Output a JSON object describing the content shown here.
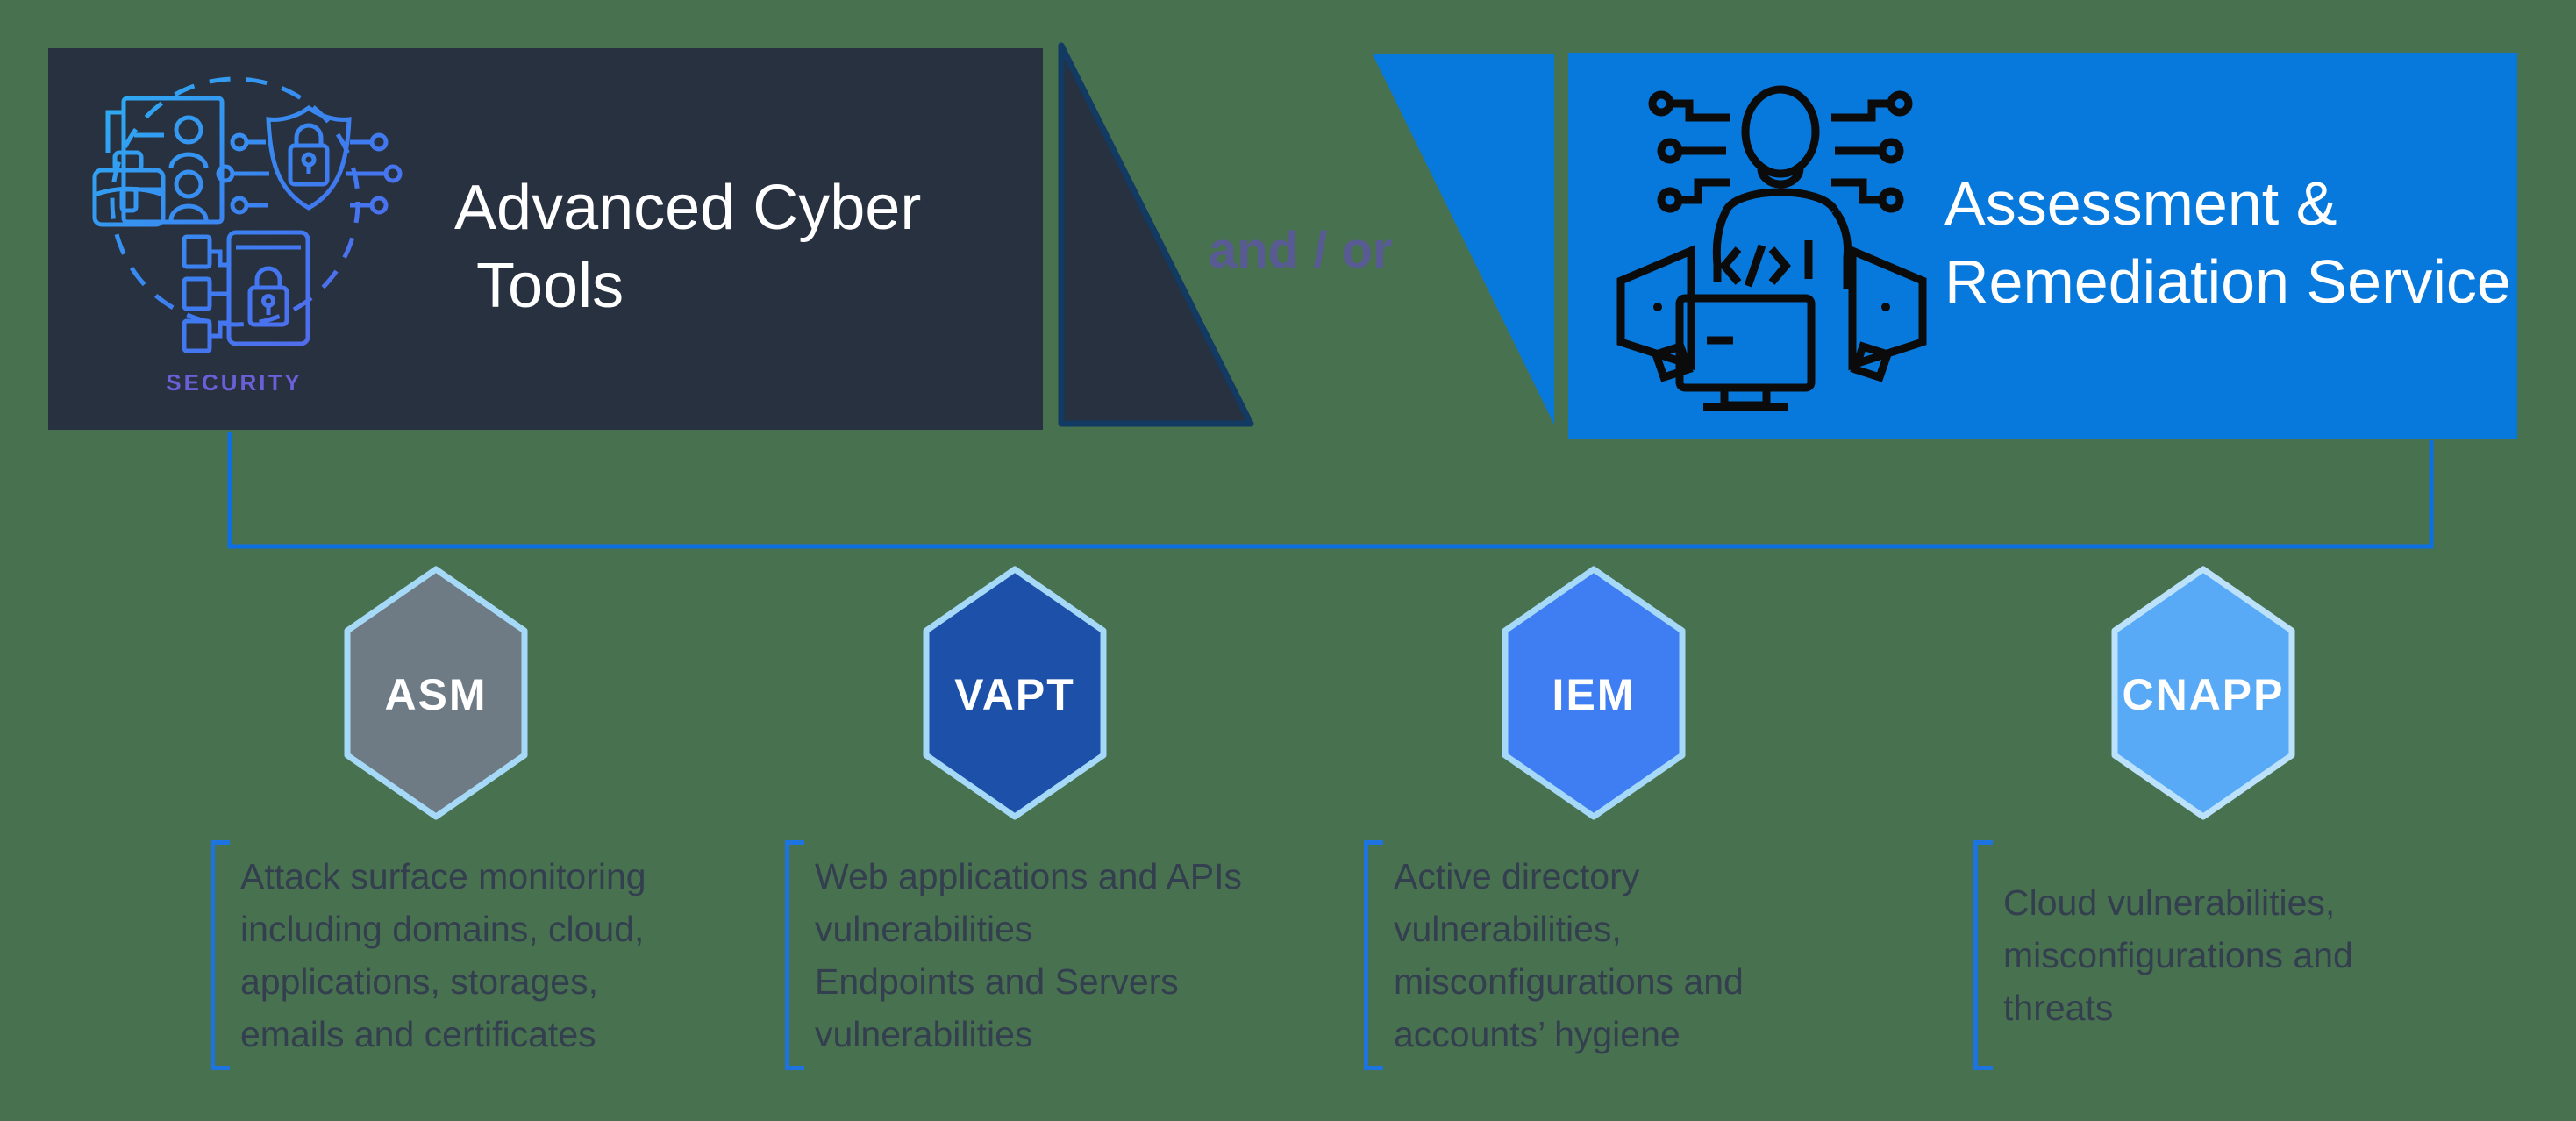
{
  "canvas": {
    "background_color": "#48714F"
  },
  "tools_box": {
    "background_color": "#273140",
    "text_color": "#FFFFFF",
    "title_lines": [
      "Advanced Cyber",
      "Tools"
    ],
    "icon": "security-concept-icon",
    "icon_caption": "SECURITY",
    "icon_caption_color": "#6A5FD6"
  },
  "service_box": {
    "background_color": "#0879DC",
    "text_color": "#FFFFFF",
    "title_lines": [
      "Assessment &",
      "Remediation Service"
    ],
    "icon": "analyst-with-monitors-icon",
    "icon_color": "#0B0B0B"
  },
  "connector": {
    "label": "and / or",
    "label_color": "#585A94",
    "line_color": "#0C6FE4",
    "dark_triangle_fill": "#273140",
    "dark_triangle_border": "#123A63",
    "blue_triangle_fill": "#0879DC"
  },
  "bracket_color": "#1D73DF",
  "description_text_color": "#333F4F",
  "hexagons": [
    {
      "label": "ASM",
      "fill": "#6E7A84",
      "border": "#A6D9F7",
      "desc": [
        "Attack surface monitoring",
        "including domains, cloud,",
        "applications, storages,",
        "emails and certificates"
      ]
    },
    {
      "label": "VAPT",
      "fill": "#1C50A9",
      "border": "#A6D9F7",
      "desc": [
        "Web applications and APIs",
        "vulnerabilities",
        "Endpoints and Servers",
        "vulnerabilities"
      ]
    },
    {
      "label": "IEM",
      "fill": "#3E7DF2",
      "border": "#A6D9F7",
      "desc": [
        "Active directory",
        "vulnerabilities,",
        "misconfigurations and",
        "accounts’ hygiene"
      ]
    },
    {
      "label": "CNAPP",
      "fill": "#58AAF7",
      "border": "#BCE2FB",
      "desc": [
        "Cloud vulnerabilities,",
        "misconfigurations and",
        "threats"
      ]
    }
  ]
}
